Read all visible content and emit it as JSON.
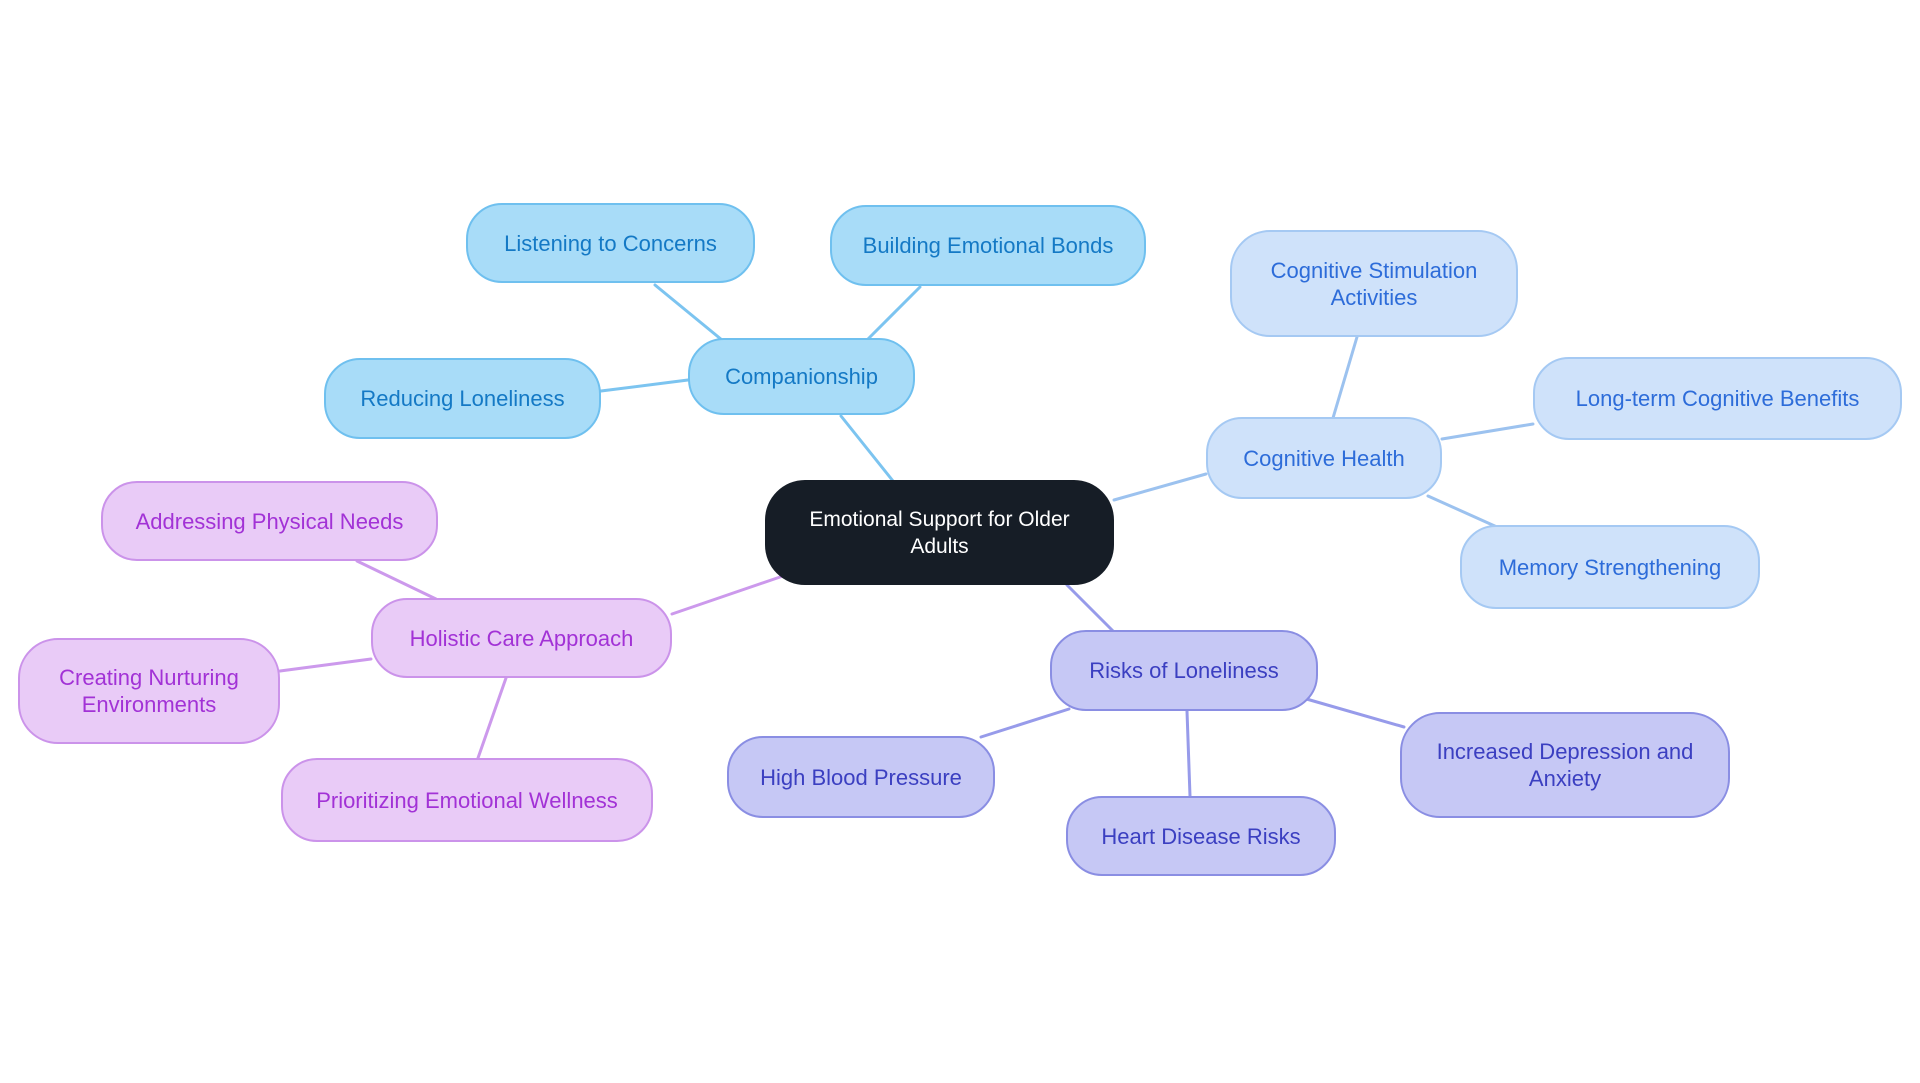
{
  "canvas": {
    "background": "#ffffff"
  },
  "branches": {
    "center": {
      "fill": "#161D26",
      "border": "#161D26",
      "text": "#FFFFFF",
      "edge": "#161D26"
    },
    "companionship": {
      "fill": "#A8DCF8",
      "border": "#6FC0EF",
      "text": "#1479C5",
      "edge": "#7CC4F0"
    },
    "cognitive": {
      "fill": "#CFE2FA",
      "border": "#A5C9F3",
      "text": "#2D6CD9",
      "edge": "#9CC2EF"
    },
    "risks": {
      "fill": "#C6C8F5",
      "border": "#8A8EE3",
      "text": "#3B3FC1",
      "edge": "#979BEA"
    },
    "holistic": {
      "fill": "#E9CBF7",
      "border": "#CB93EA",
      "text": "#A232D6",
      "edge": "#CC99EC"
    }
  },
  "nodes": [
    {
      "id": "center",
      "label": "Emotional Support for Older Adults",
      "branch": "center",
      "parent": null
    },
    {
      "id": "companionship",
      "label": "Companionship",
      "branch": "companionship",
      "parent": "center"
    },
    {
      "id": "listening",
      "label": "Listening to Concerns",
      "branch": "companionship",
      "parent": "companionship"
    },
    {
      "id": "building",
      "label": "Building Emotional Bonds",
      "branch": "companionship",
      "parent": "companionship"
    },
    {
      "id": "reducing",
      "label": "Reducing Loneliness",
      "branch": "companionship",
      "parent": "companionship"
    },
    {
      "id": "cognitive",
      "label": "Cognitive Health",
      "branch": "cognitive",
      "parent": "center"
    },
    {
      "id": "stimulation",
      "label": "Cognitive Stimulation Activities",
      "branch": "cognitive",
      "parent": "cognitive"
    },
    {
      "id": "longterm",
      "label": "Long-term Cognitive Benefits",
      "branch": "cognitive",
      "parent": "cognitive"
    },
    {
      "id": "memory",
      "label": "Memory Strengthening",
      "branch": "cognitive",
      "parent": "cognitive"
    },
    {
      "id": "risks",
      "label": "Risks of Loneliness",
      "branch": "risks",
      "parent": "center"
    },
    {
      "id": "hbp",
      "label": "High Blood Pressure",
      "branch": "risks",
      "parent": "risks"
    },
    {
      "id": "heart",
      "label": "Heart Disease Risks",
      "branch": "risks",
      "parent": "risks"
    },
    {
      "id": "depression",
      "label": "Increased Depression and Anxiety",
      "branch": "risks",
      "parent": "risks"
    },
    {
      "id": "holistic",
      "label": "Holistic Care Approach",
      "branch": "holistic",
      "parent": "center"
    },
    {
      "id": "addressing",
      "label": "Addressing Physical Needs",
      "branch": "holistic",
      "parent": "holistic"
    },
    {
      "id": "creating",
      "label": "Creating Nurturing Environments",
      "branch": "holistic",
      "parent": "holistic"
    },
    {
      "id": "prioritizing",
      "label": "Prioritizing Emotional Wellness",
      "branch": "holistic",
      "parent": "holistic"
    }
  ]
}
